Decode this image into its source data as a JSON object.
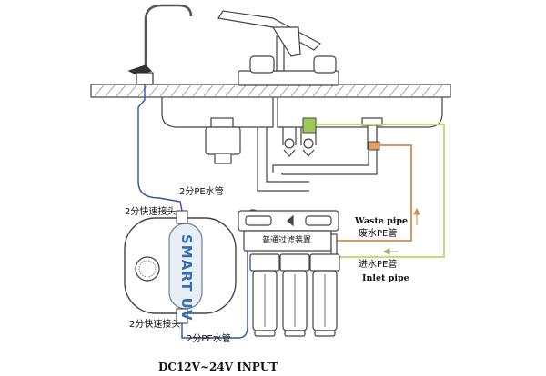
{
  "labels": {
    "pe_pipe_top": "2分PE水管",
    "quick_connector_top": "2分快速接头",
    "quick_connector_bottom": "2分快速接头",
    "pe_pipe_bottom": "2分PE水管",
    "waste_pipe_en": "Waste pipe",
    "waste_pipe_cn": "废水PE管",
    "inlet_pipe_cn": "进水PE管",
    "inlet_pipe_en": "Inlet pipe",
    "filter_unit": "普通过滤装置",
    "power_input": "DC12V~24V INPUT"
  },
  "device": {
    "brand_text": "SMART UV"
  },
  "colors": {
    "blue_pipe": "#2e55a8",
    "green_pipe": "#c6d98a",
    "orange_pipe": "#d68a4a",
    "uv_text": "#2f6fb8",
    "outline": "#444444"
  }
}
